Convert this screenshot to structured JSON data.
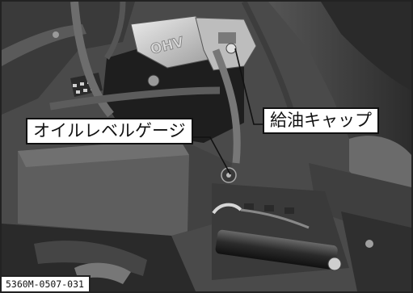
{
  "figure": {
    "code": "5360M-0507-031",
    "engine_cover_marking": "OHV",
    "callouts": {
      "fuel_cap": "給油キャップ",
      "oil_level_gauge": "オイルレベルゲージ"
    }
  }
}
